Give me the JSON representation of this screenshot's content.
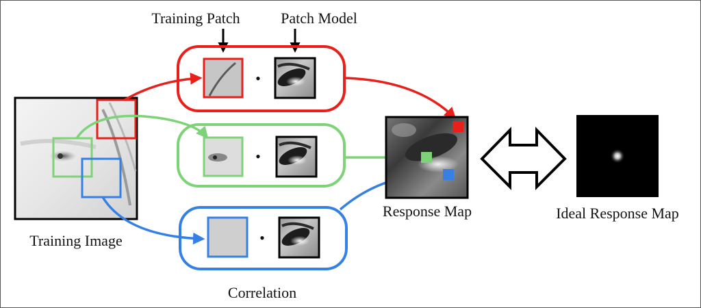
{
  "labels": {
    "training_patch": "Training Patch",
    "patch_model": "Patch Model",
    "training_image": "Training Image",
    "response_map": "Response Map",
    "ideal_response_map": "Ideal Response Map",
    "correlation": "Correlation"
  },
  "operator_symbol": "•",
  "colors": {
    "red": "#e8201c",
    "green": "#7ed277",
    "blue": "#3580e4",
    "black": "#000000"
  },
  "icons": {
    "double_arrow": "double-headed-arrow-icon",
    "pointer_arrow": "down-arrow-icon"
  }
}
